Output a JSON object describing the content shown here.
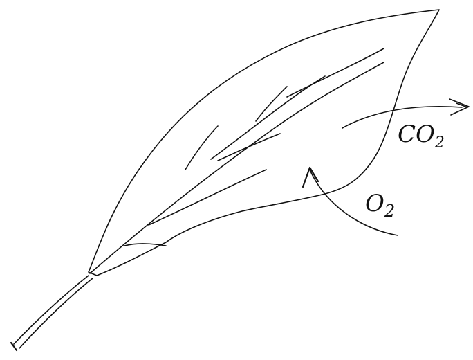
{
  "diagram": {
    "labels": {
      "co2": "CO",
      "co2_subscript": "2",
      "o2": "O",
      "o2_subscript": "2"
    },
    "colors": {
      "ink": "#111111",
      "background": "#ffffff"
    }
  }
}
